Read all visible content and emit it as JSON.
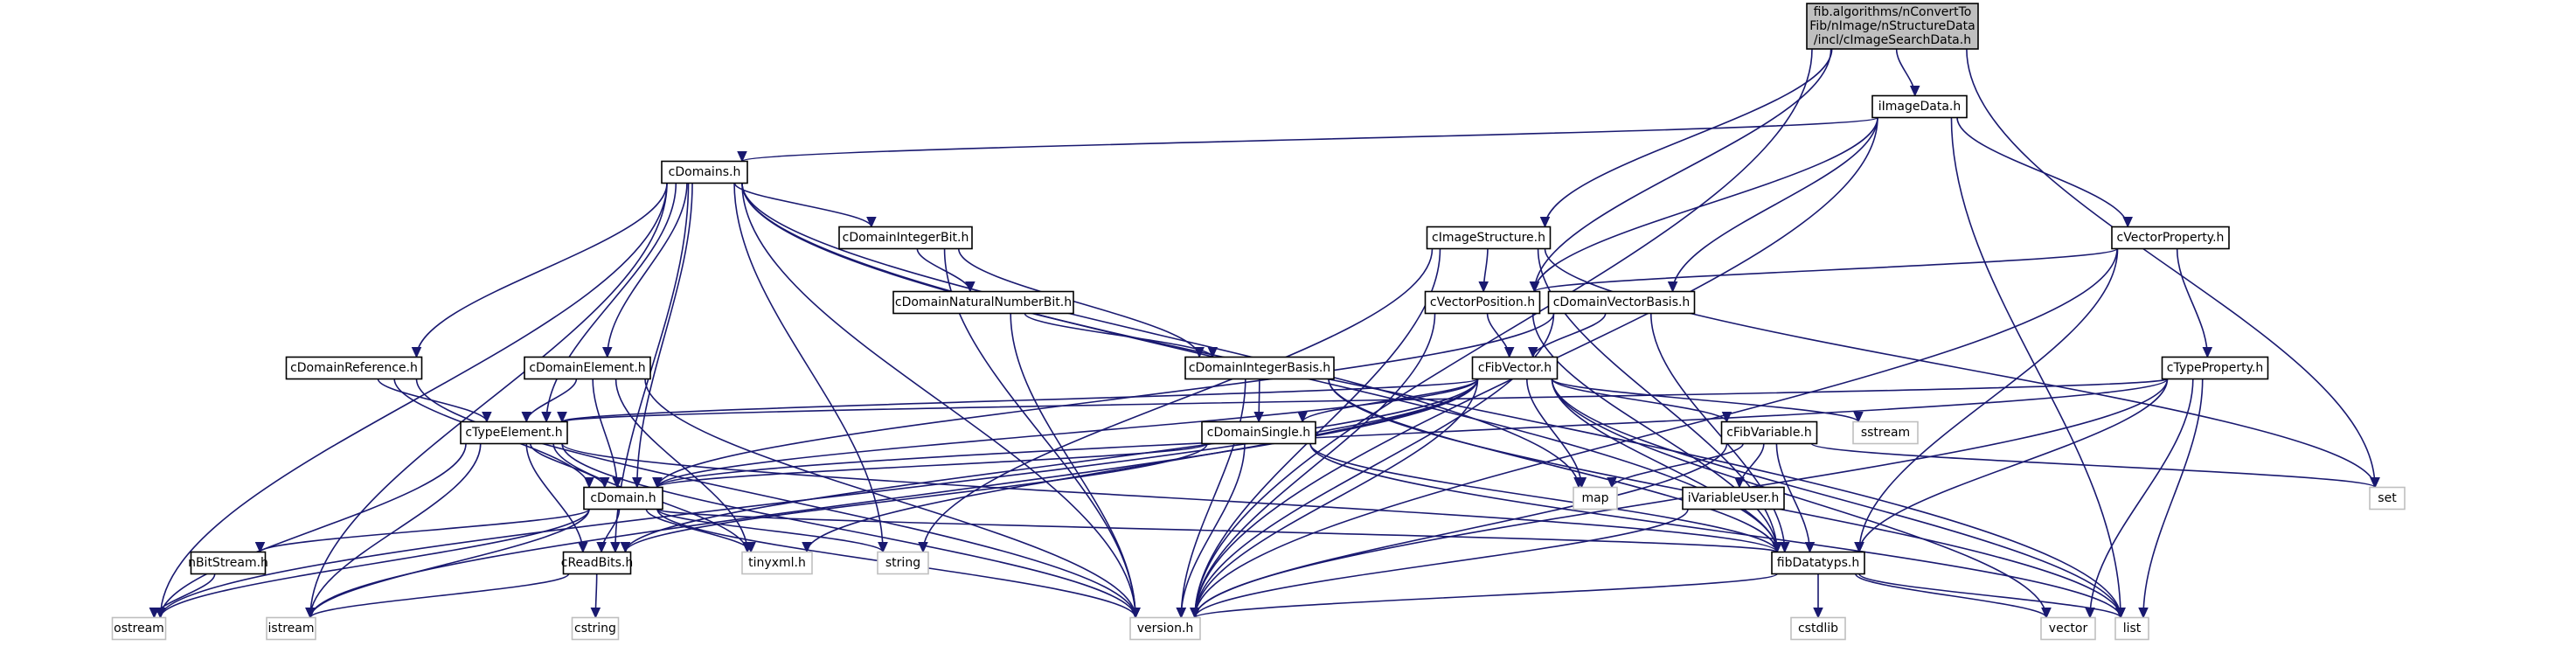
{
  "diagram": {
    "type": "include-dependency-graph",
    "root": "fib.algorithms/nConvertToFib/nImage/nStructureData/incl/cImageSearchData.h",
    "colors": {
      "edge": "#191970",
      "root_fill": "#bfbfbf",
      "local_border": "#000000",
      "system_border": "#bfbfbf"
    },
    "nodes": [
      {
        "id": "root",
        "label": [
          "fib.algorithms/nConvertTo",
          "Fib/nImage/nStructureData",
          "/incl/cImageSearchData.h"
        ],
        "kind": "root"
      },
      {
        "id": "iImageData",
        "label": [
          "iImageData.h"
        ],
        "kind": "local"
      },
      {
        "id": "cDomains",
        "label": [
          "cDomains.h"
        ],
        "kind": "local"
      },
      {
        "id": "cImageStructure",
        "label": [
          "cImageStructure.h"
        ],
        "kind": "local"
      },
      {
        "id": "cVectorProperty",
        "label": [
          "cVectorProperty.h"
        ],
        "kind": "local"
      },
      {
        "id": "cDomainIntegerBit",
        "label": [
          "cDomainIntegerBit.h"
        ],
        "kind": "local"
      },
      {
        "id": "cDomainNaturalNumberBit",
        "label": [
          "cDomainNaturalNumberBit.h"
        ],
        "kind": "local"
      },
      {
        "id": "cVectorPosition",
        "label": [
          "cVectorPosition.h"
        ],
        "kind": "local"
      },
      {
        "id": "cDomainVectorBasis",
        "label": [
          "cDomainVectorBasis.h"
        ],
        "kind": "local"
      },
      {
        "id": "cDomainReference",
        "label": [
          "cDomainReference.h"
        ],
        "kind": "local"
      },
      {
        "id": "cDomainElement",
        "label": [
          "cDomainElement.h"
        ],
        "kind": "local"
      },
      {
        "id": "cDomainIntegerBasis",
        "label": [
          "cDomainIntegerBasis.h"
        ],
        "kind": "local"
      },
      {
        "id": "cFibVector",
        "label": [
          "cFibVector.h"
        ],
        "kind": "local"
      },
      {
        "id": "cTypeProperty",
        "label": [
          "cTypeProperty.h"
        ],
        "kind": "local"
      },
      {
        "id": "cTypeElement",
        "label": [
          "cTypeElement.h"
        ],
        "kind": "local"
      },
      {
        "id": "cDomainSingle",
        "label": [
          "cDomainSingle.h"
        ],
        "kind": "local"
      },
      {
        "id": "cFibVariable",
        "label": [
          "cFibVariable.h"
        ],
        "kind": "local"
      },
      {
        "id": "sstream",
        "label": [
          "sstream"
        ],
        "kind": "system"
      },
      {
        "id": "cDomain",
        "label": [
          "cDomain.h"
        ],
        "kind": "local"
      },
      {
        "id": "map",
        "label": [
          "map"
        ],
        "kind": "system"
      },
      {
        "id": "iVariableUser",
        "label": [
          "iVariableUser.h"
        ],
        "kind": "local"
      },
      {
        "id": "set",
        "label": [
          "set"
        ],
        "kind": "system"
      },
      {
        "id": "nBitStream",
        "label": [
          "nBitStream.h"
        ],
        "kind": "local"
      },
      {
        "id": "cReadBits",
        "label": [
          "cReadBits.h"
        ],
        "kind": "local"
      },
      {
        "id": "tinyxml",
        "label": [
          "tinyxml.h"
        ],
        "kind": "system"
      },
      {
        "id": "string",
        "label": [
          "string"
        ],
        "kind": "system"
      },
      {
        "id": "fibDatatyps",
        "label": [
          "fibDatatyps.h"
        ],
        "kind": "local"
      },
      {
        "id": "ostream",
        "label": [
          "ostream"
        ],
        "kind": "system"
      },
      {
        "id": "istream",
        "label": [
          "istream"
        ],
        "kind": "system"
      },
      {
        "id": "cstring",
        "label": [
          "cstring"
        ],
        "kind": "system"
      },
      {
        "id": "version",
        "label": [
          "version.h"
        ],
        "kind": "system"
      },
      {
        "id": "cstdlib",
        "label": [
          "cstdlib"
        ],
        "kind": "system"
      },
      {
        "id": "vector",
        "label": [
          "vector"
        ],
        "kind": "system"
      },
      {
        "id": "list",
        "label": [
          "list"
        ],
        "kind": "system"
      }
    ],
    "edges": [
      [
        "root",
        "iImageData"
      ],
      [
        "root",
        "cImageStructure"
      ],
      [
        "root",
        "cVectorPosition"
      ],
      [
        "root",
        "set"
      ],
      [
        "root",
        "version"
      ],
      [
        "iImageData",
        "cDomains"
      ],
      [
        "iImageData",
        "cVectorProperty"
      ],
      [
        "iImageData",
        "cVectorPosition"
      ],
      [
        "iImageData",
        "version"
      ],
      [
        "iImageData",
        "list"
      ],
      [
        "iImageData",
        "cDomainVectorBasis"
      ],
      [
        "cDomains",
        "cDomainIntegerBit"
      ],
      [
        "cDomains",
        "cDomainReference"
      ],
      [
        "cDomains",
        "cDomainElement"
      ],
      [
        "cDomains",
        "cTypeElement"
      ],
      [
        "cDomains",
        "cDomain"
      ],
      [
        "cDomains",
        "cReadBits"
      ],
      [
        "cDomains",
        "ostream"
      ],
      [
        "cDomains",
        "istream"
      ],
      [
        "cDomains",
        "string"
      ],
      [
        "cDomains",
        "version"
      ],
      [
        "cDomains",
        "map"
      ],
      [
        "cDomains",
        "fibDatatyps"
      ],
      [
        "cDomains",
        "list"
      ],
      [
        "cImageStructure",
        "cVectorPosition"
      ],
      [
        "cImageStructure",
        "version"
      ],
      [
        "cImageStructure",
        "string"
      ],
      [
        "cImageStructure",
        "set"
      ],
      [
        "cImageStructure",
        "fibDatatyps"
      ],
      [
        "cVectorProperty",
        "cVectorPosition"
      ],
      [
        "cVectorProperty",
        "cTypeProperty"
      ],
      [
        "cVectorProperty",
        "version"
      ],
      [
        "cVectorProperty",
        "fibDatatyps"
      ],
      [
        "cDomainIntegerBit",
        "cDomainNaturalNumberBit"
      ],
      [
        "cDomainIntegerBit",
        "cDomainIntegerBasis"
      ],
      [
        "cDomainIntegerBit",
        "version"
      ],
      [
        "cDomainNaturalNumberBit",
        "cDomainIntegerBasis"
      ],
      [
        "cDomainNaturalNumberBit",
        "version"
      ],
      [
        "cVectorPosition",
        "cFibVector"
      ],
      [
        "cVectorPosition",
        "version"
      ],
      [
        "cVectorPosition",
        "fibDatatyps"
      ],
      [
        "cDomainVectorBasis",
        "cFibVector"
      ],
      [
        "cDomainVectorBasis",
        "cDomain"
      ],
      [
        "cDomainVectorBasis",
        "version"
      ],
      [
        "cDomainVectorBasis",
        "fibDatatyps"
      ],
      [
        "cDomainReference",
        "cTypeElement"
      ],
      [
        "cDomainReference",
        "cDomain"
      ],
      [
        "cDomainReference",
        "version"
      ],
      [
        "cDomainElement",
        "cTypeElement"
      ],
      [
        "cDomainElement",
        "cDomain"
      ],
      [
        "cDomainElement",
        "version"
      ],
      [
        "cDomainElement",
        "tinyxml"
      ],
      [
        "cDomainIntegerBasis",
        "cDomainSingle"
      ],
      [
        "cDomainIntegerBasis",
        "fibDatatyps"
      ],
      [
        "cDomainIntegerBasis",
        "version"
      ],
      [
        "cDomainIntegerBasis",
        "list"
      ],
      [
        "cFibVector",
        "cTypeElement"
      ],
      [
        "cFibVector",
        "cDomainSingle"
      ],
      [
        "cFibVector",
        "cFibVariable"
      ],
      [
        "cFibVector",
        "sstream"
      ],
      [
        "cFibVector",
        "map"
      ],
      [
        "cFibVector",
        "cDomain"
      ],
      [
        "cFibVector",
        "cReadBits"
      ],
      [
        "cFibVector",
        "tinyxml"
      ],
      [
        "cFibVector",
        "ostream"
      ],
      [
        "cFibVector",
        "istream"
      ],
      [
        "cFibVector",
        "version"
      ],
      [
        "cFibVector",
        "fibDatatyps"
      ],
      [
        "cFibVector",
        "vector"
      ],
      [
        "cFibVector",
        "list"
      ],
      [
        "cTypeProperty",
        "cTypeElement"
      ],
      [
        "cTypeProperty",
        "cDomain"
      ],
      [
        "cTypeProperty",
        "fibDatatyps"
      ],
      [
        "cTypeProperty",
        "version"
      ],
      [
        "cTypeProperty",
        "vector"
      ],
      [
        "cTypeProperty",
        "list"
      ],
      [
        "cTypeElement",
        "cDomain"
      ],
      [
        "cTypeElement",
        "cReadBits"
      ],
      [
        "cTypeElement",
        "ostream"
      ],
      [
        "cTypeElement",
        "istream"
      ],
      [
        "cTypeElement",
        "tinyxml"
      ],
      [
        "cTypeElement",
        "version"
      ],
      [
        "cTypeElement",
        "fibDatatyps"
      ],
      [
        "cDomainSingle",
        "cDomain"
      ],
      [
        "cDomainSingle",
        "cReadBits"
      ],
      [
        "cDomainSingle",
        "version"
      ],
      [
        "cDomainSingle",
        "fibDatatyps"
      ],
      [
        "cDomainSingle",
        "list"
      ],
      [
        "cFibVariable",
        "iVariableUser"
      ],
      [
        "cFibVariable",
        "map"
      ],
      [
        "cFibVariable",
        "set"
      ],
      [
        "cFibVariable",
        "version"
      ],
      [
        "cFibVariable",
        "fibDatatyps"
      ],
      [
        "iVariableUser",
        "version"
      ],
      [
        "cDomain",
        "nBitStream"
      ],
      [
        "cDomain",
        "cReadBits"
      ],
      [
        "cDomain",
        "tinyxml"
      ],
      [
        "cDomain",
        "string"
      ],
      [
        "cDomain",
        "ostream"
      ],
      [
        "cDomain",
        "istream"
      ],
      [
        "cDomain",
        "version"
      ],
      [
        "cDomain",
        "fibDatatyps"
      ],
      [
        "nBitStream",
        "ostream"
      ],
      [
        "cReadBits",
        "cstring"
      ],
      [
        "cReadBits",
        "istream"
      ],
      [
        "fibDatatyps",
        "cstdlib"
      ],
      [
        "fibDatatyps",
        "vector"
      ],
      [
        "fibDatatyps",
        "list"
      ],
      [
        "fibDatatyps",
        "version"
      ]
    ]
  }
}
